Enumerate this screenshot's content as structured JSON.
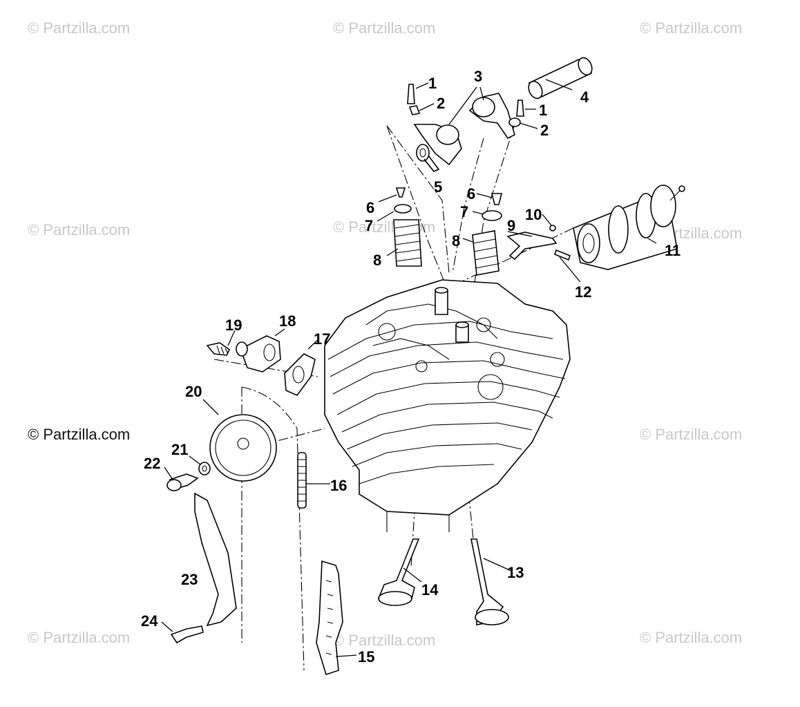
{
  "watermark": {
    "text": "© Partzilla.com",
    "color": "#c8c8c8",
    "prominent_color": "#111111"
  },
  "callouts": {
    "c1a": "1",
    "c1b": "1",
    "c2a": "2",
    "c2b": "2",
    "c3": "3",
    "c4": "4",
    "c5": "5",
    "c6a": "6",
    "c6b": "6",
    "c7a": "7",
    "c7b": "7",
    "c8a": "8",
    "c8b": "8",
    "c9": "9",
    "c10": "10",
    "c11": "11",
    "c12": "12",
    "c13": "13",
    "c14": "14",
    "c15": "15",
    "c16": "16",
    "c17": "17",
    "c18": "18",
    "c19": "19",
    "c20": "20",
    "c21": "21",
    "c22": "22",
    "c23": "23",
    "c24": "24"
  }
}
